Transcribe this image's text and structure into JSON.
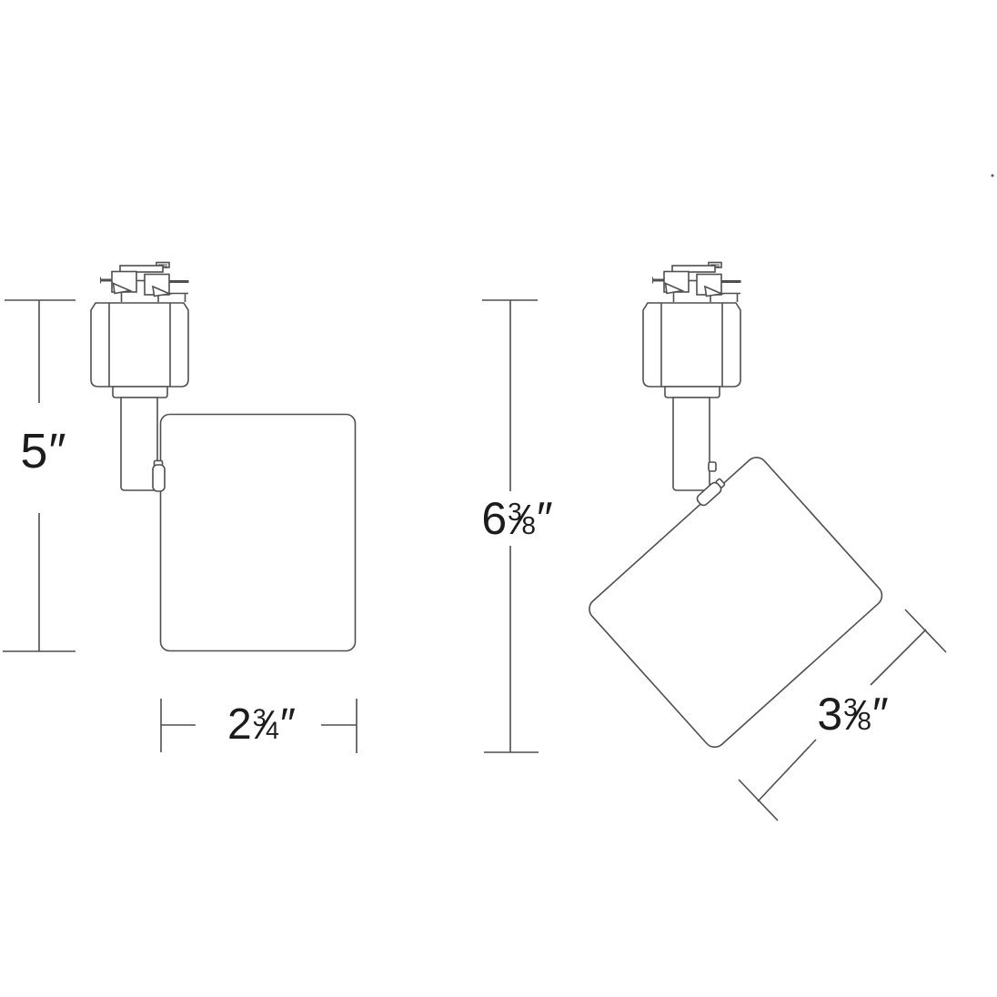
{
  "colors": {
    "background": "#ffffff",
    "line": "#4f4f4f",
    "text": "#1c1c1c"
  },
  "dimensions": {
    "front_height": {
      "whole": "5",
      "unit": "″"
    },
    "front_width": {
      "whole": "2",
      "numerator": "3",
      "slash": "⁄",
      "denominator": "4",
      "unit": "″"
    },
    "tilted_height": {
      "whole": "6",
      "numerator": "3",
      "slash": "⁄",
      "denominator": "8",
      "unit": "″"
    },
    "tilted_width": {
      "whole": "3",
      "numerator": "3",
      "slash": "⁄",
      "denominator": "8",
      "unit": "″"
    }
  }
}
